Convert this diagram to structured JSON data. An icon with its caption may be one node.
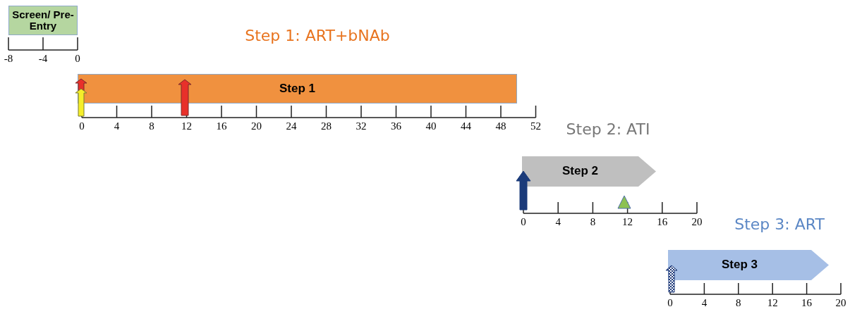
{
  "diagram": {
    "nodes": [
      {
        "text": [
          "Screen/ Pre-Entry"
        ]
      },
      {
        "text": [
          "Step 1"
        ]
      },
      {
        "text": [
          "Step 2"
        ]
      },
      {
        "text": [
          "Step 3"
        ]
      }
    ],
    "labels": [
      "Step 1: ART+bNAb",
      "-8",
      "-4",
      "0",
      "0",
      "4",
      "8",
      "12",
      "16",
      "20",
      "24",
      "28",
      "32",
      "36",
      "40",
      "44",
      "48",
      "52",
      "Step 2: ATI",
      "0",
      "4",
      "8",
      "12",
      "16",
      "20",
      "Step 3: ART",
      "0",
      "4",
      "8",
      "12",
      "16",
      "20"
    ]
  }
}
